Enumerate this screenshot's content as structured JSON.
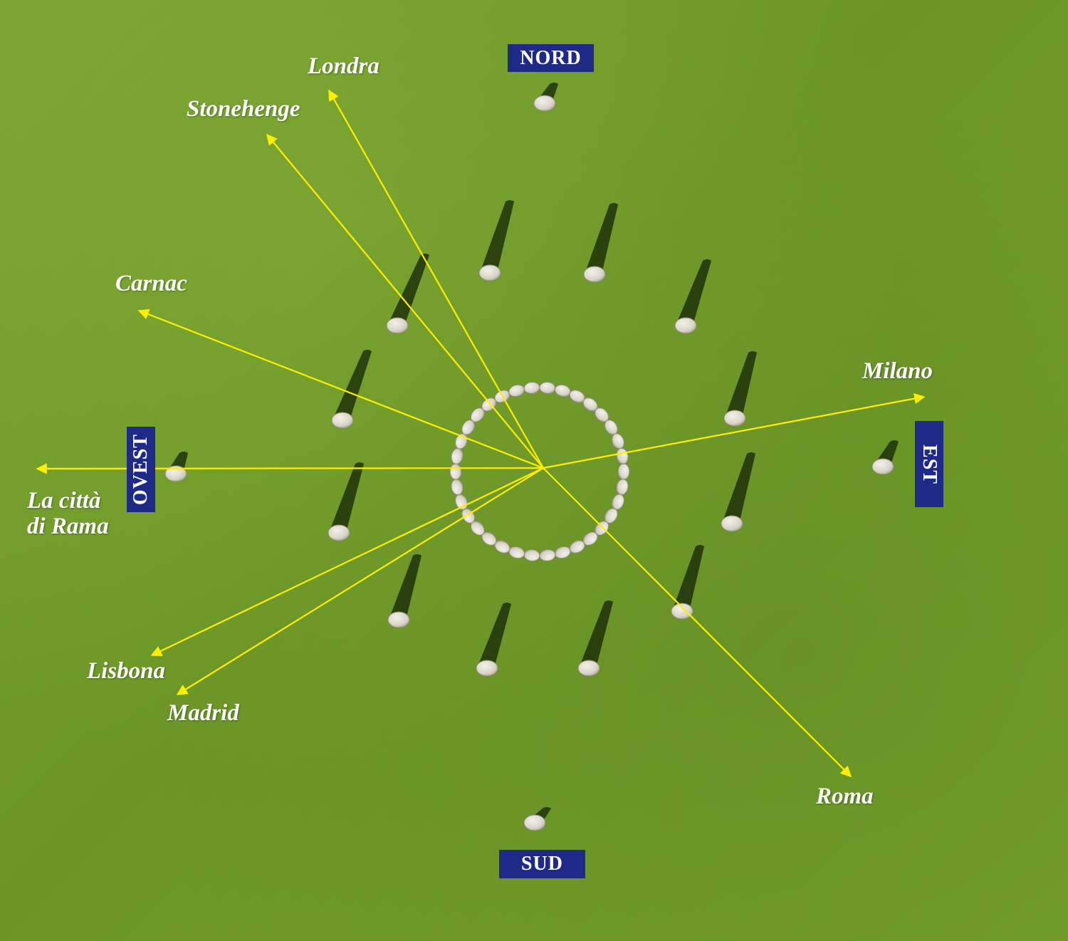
{
  "compass": {
    "north": "NORD",
    "south": "SUD",
    "east": "EST",
    "west": "OVEST"
  },
  "cities": {
    "londra": "Londra",
    "stonehenge": "Stonehenge",
    "carnac": "Carnac",
    "milano": "Milano",
    "rama": "La città\ndi Rama",
    "lisbona": "Lisbona",
    "madrid": "Madrid",
    "roma": "Roma"
  },
  "colors": {
    "arrow": "#ffee00",
    "label_box": "#1f2a86",
    "label_text": "#ffffff",
    "grass": "#6f9a2a",
    "stone": "#e4e0d6"
  }
}
